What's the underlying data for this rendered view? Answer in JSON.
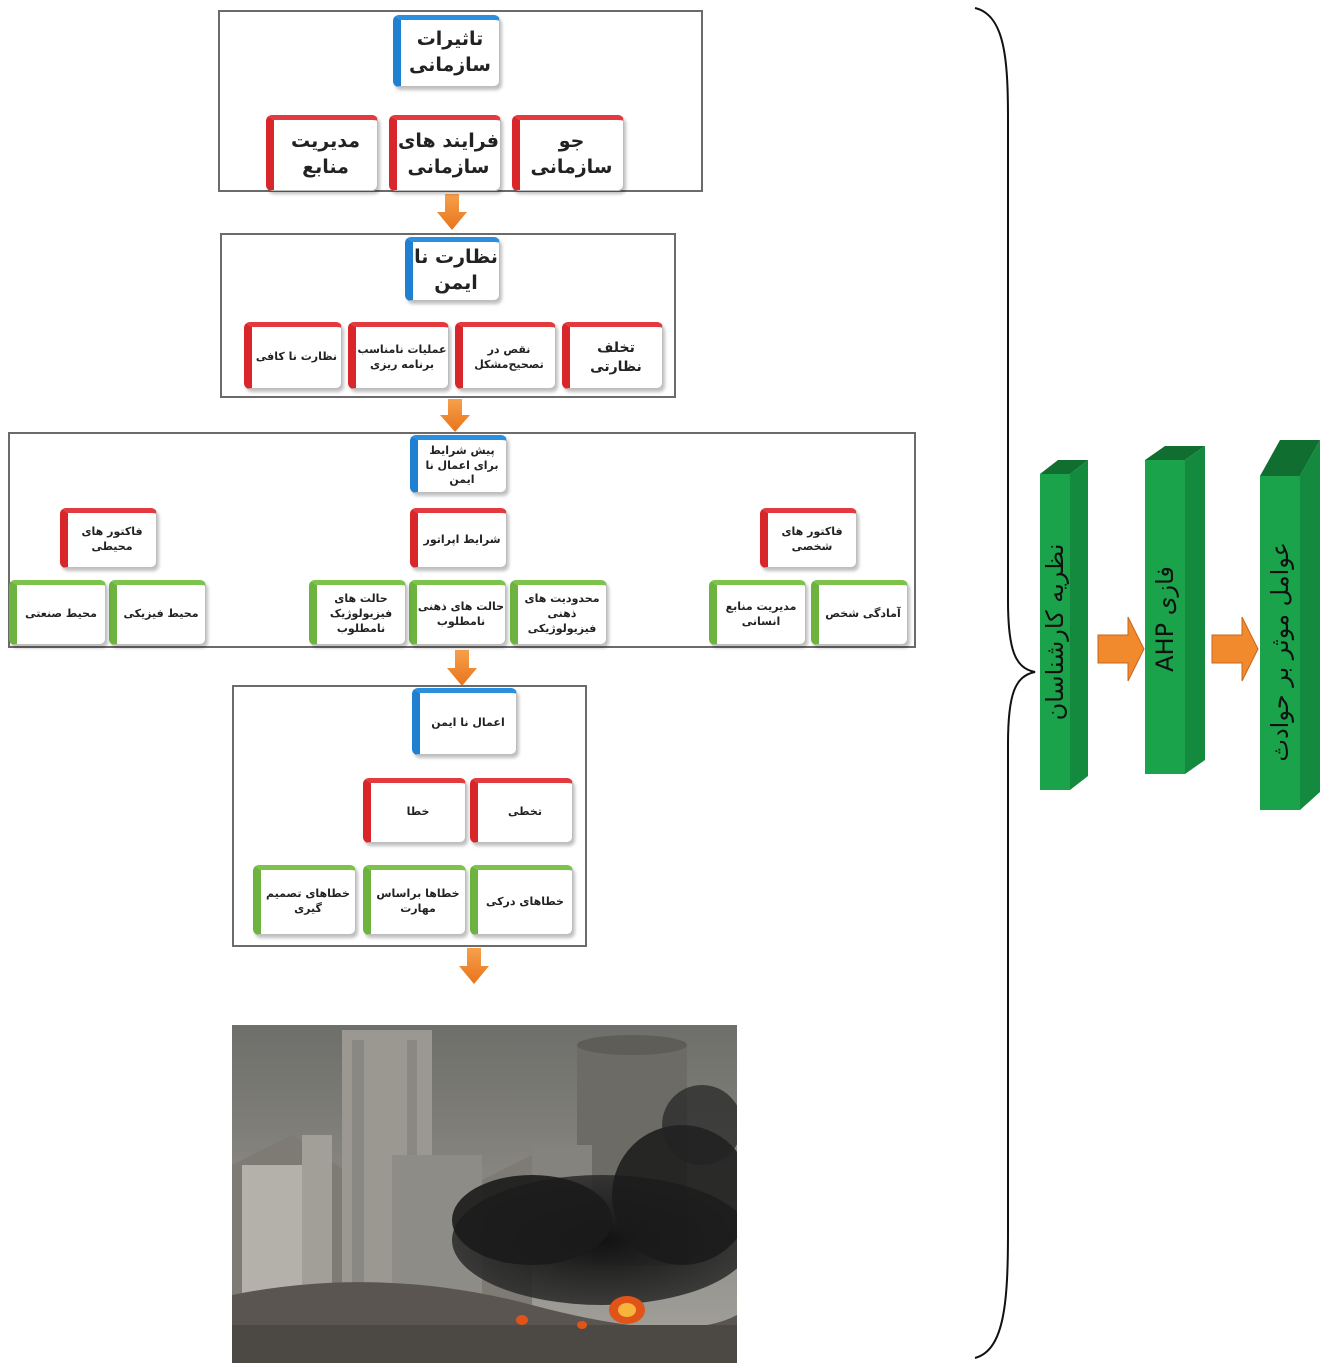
{
  "panel1": {
    "root": "تاثیرات سازمانی",
    "children": [
      "جو سازمانی",
      "فرایند های سازمانی",
      "مدیریت منابع"
    ]
  },
  "panel2": {
    "root": "نظارت نا ایمن",
    "children": [
      "تخلف نظارتی",
      "نقص در تصحیح‌مشکل",
      "عملیات نامناسب برنامه ریزی",
      "نظارت نا کافی"
    ]
  },
  "panel3": {
    "root": "پیش شرایط برای اعمال نا ایمن",
    "groups": [
      {
        "label": "فاکتور های شخصی",
        "children": [
          "آمادگی شخص",
          "مدیریت منابع انسانی"
        ]
      },
      {
        "label": "شرایط اپراتور",
        "children": [
          "محدودیت های ذهنی فیزیولوژیکی",
          "حالت های ذهنی نامطلوب",
          "حالت های فیزیولوژیک نامطلوب"
        ]
      },
      {
        "label": "فاکتور های محیطی",
        "children": [
          "محیط فیزیکی",
          "محیط صنعتی"
        ]
      }
    ]
  },
  "panel4": {
    "root": "اعمال نا ایمن",
    "children": [
      "تخطی",
      "خطا"
    ],
    "leaves": [
      "خطاهای درکی",
      "خطاها براساس مهارت",
      "خطاهای تصمیم گیری"
    ]
  },
  "flow": {
    "bars": [
      "نظریه کارشناسان",
      "فازی AHP",
      "عوامل موثر بر حوادث"
    ]
  },
  "colors": {
    "bar_front": "#1aa34a",
    "bar_top": "#0f6e30",
    "bar_side": "#138a3d",
    "arrow": "#f08a2c",
    "node_blue": "#1f7fd0",
    "node_red": "#d9262b",
    "node_green": "#6cb33f"
  }
}
